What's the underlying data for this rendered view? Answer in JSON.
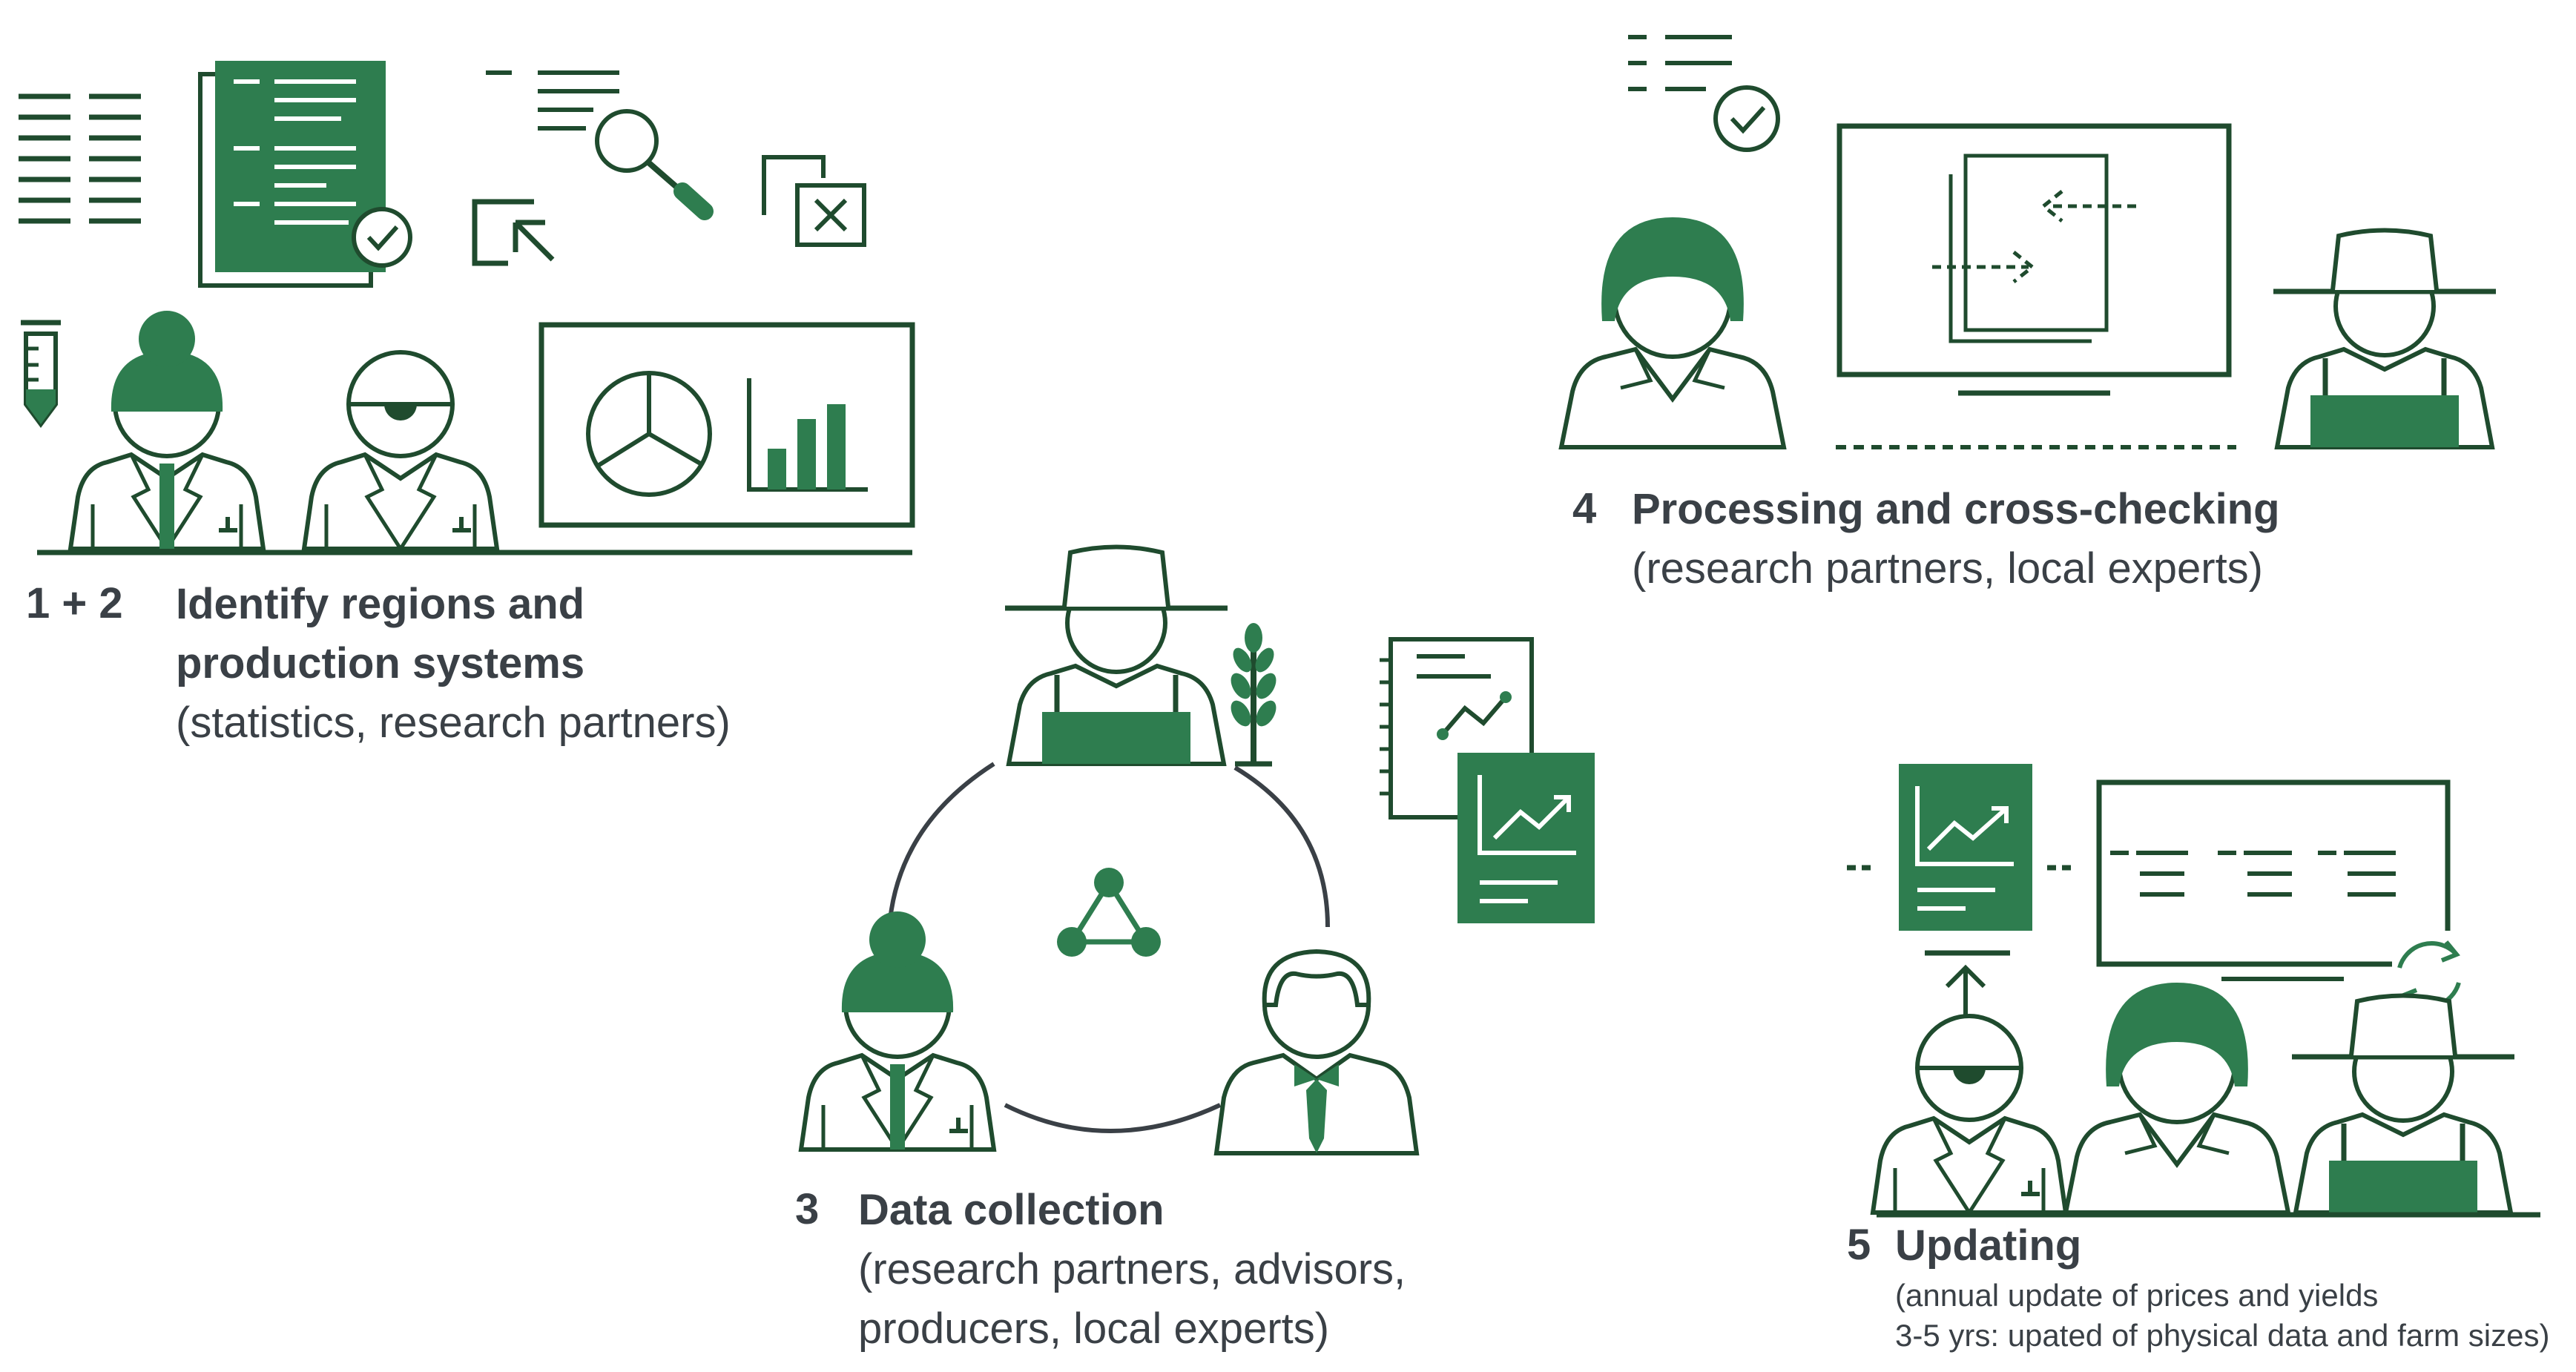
{
  "colors": {
    "accent": "#2e7d4f",
    "ink": "#1f4b2e",
    "text": "#3a4046"
  },
  "steps": [
    {
      "number": "1 + 2",
      "title_lines": [
        "Identify regions and",
        "production systems"
      ],
      "sub_lines": [
        "(statistics, research partners)"
      ]
    },
    {
      "number": "3",
      "title_lines": [
        "Data collection"
      ],
      "sub_lines": [
        "(research partners, advisors,",
        "producers, local experts)"
      ]
    },
    {
      "number": "4",
      "title_lines": [
        "Processing and cross-checking"
      ],
      "sub_lines": [
        "(research partners, local experts)"
      ]
    },
    {
      "number": "5",
      "title_lines": [
        "Updating"
      ],
      "sub_lines": [
        "(annual update of prices and yields",
        "3-5 yrs: upated of physical data and farm sizes)"
      ]
    }
  ],
  "icons": {
    "step12": [
      "document-list-icon",
      "document-check-icon",
      "magnifier-icon",
      "cursor-icon",
      "window-close-icon",
      "test-tube-icon",
      "researcher-woman-icon",
      "researcher-man-icon",
      "pie-bar-chart-board-icon"
    ],
    "step3": [
      "farmer-icon",
      "wheat-icon",
      "chart-documents-icon",
      "network-icon",
      "researcher-woman-icon",
      "advisor-icon"
    ],
    "step4": [
      "checklist-icon",
      "monitor-exchange-icon",
      "expert-woman-icon",
      "farmer-icon"
    ],
    "step5": [
      "chart-document-icon",
      "update-board-icon",
      "refresh-icon",
      "researcher-man-icon",
      "expert-woman-icon",
      "farmer-icon"
    ]
  }
}
